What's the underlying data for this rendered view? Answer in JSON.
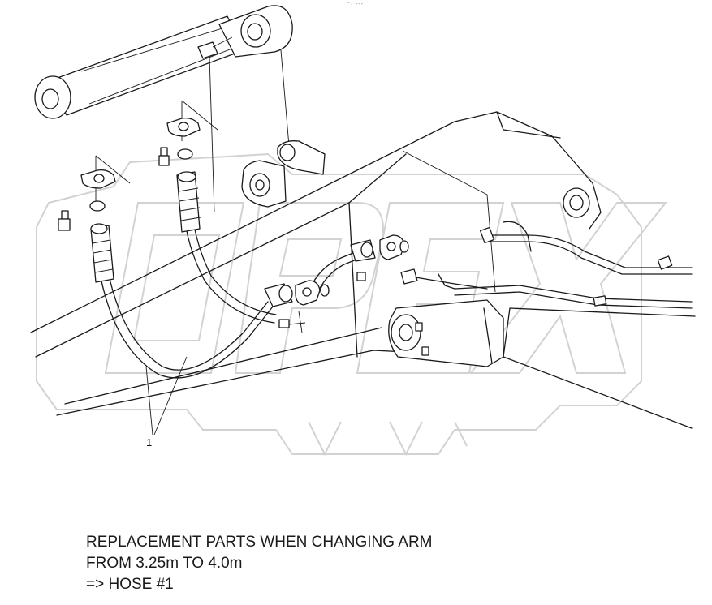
{
  "header": {
    "corner_mark": "°· ---"
  },
  "watermark": {
    "brand": "OPEX",
    "color": "#d2d2d2"
  },
  "diagram": {
    "callout_label": "1",
    "line_color": "#1a1a1a"
  },
  "notes": {
    "line1": "REPLACEMENT PARTS WHEN CHANGING ARM",
    "line2": "FROM 3.25m TO 4.0m",
    "line3": "=> HOSE #1"
  }
}
